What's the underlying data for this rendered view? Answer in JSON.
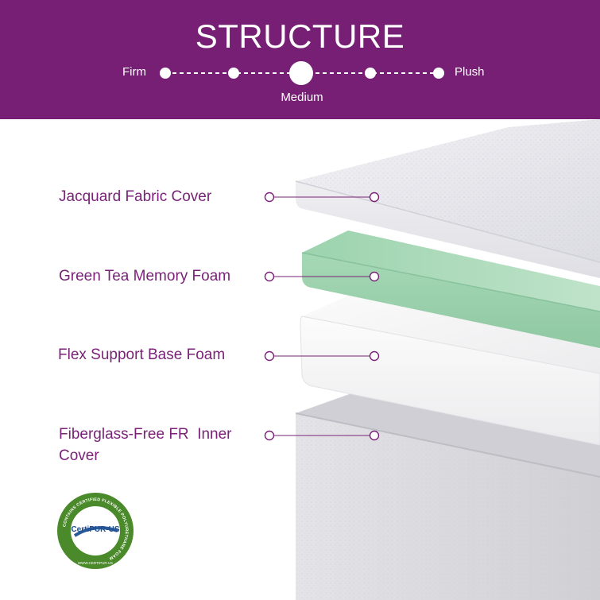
{
  "header": {
    "title": "STRUCTURE",
    "scale": {
      "left_label": "Firm",
      "right_label": "Plush",
      "selected_label": "Medium",
      "selected_position": 0.5
    }
  },
  "layers": [
    {
      "label": "Jacquard Fabric Cover"
    },
    {
      "label": "Green Tea Memory Foam"
    },
    {
      "label": "Flex Support Base Foam"
    },
    {
      "label_line1": "Fiberglass-Free FR  Inner",
      "label_line2": "Cover"
    }
  ],
  "badge": {
    "brand": "CertiPUR-US",
    "ring_text": "CONTAINS CERTIFIED FLEXIBLE POLYURETHANE FOAM",
    "url": "WWW.CERTIPUR.US"
  },
  "colors": {
    "header_bg": "#761f74",
    "label_text": "#7a2278",
    "green_foam": "#9fd4b2",
    "seal_green": "#4a8a2a"
  }
}
